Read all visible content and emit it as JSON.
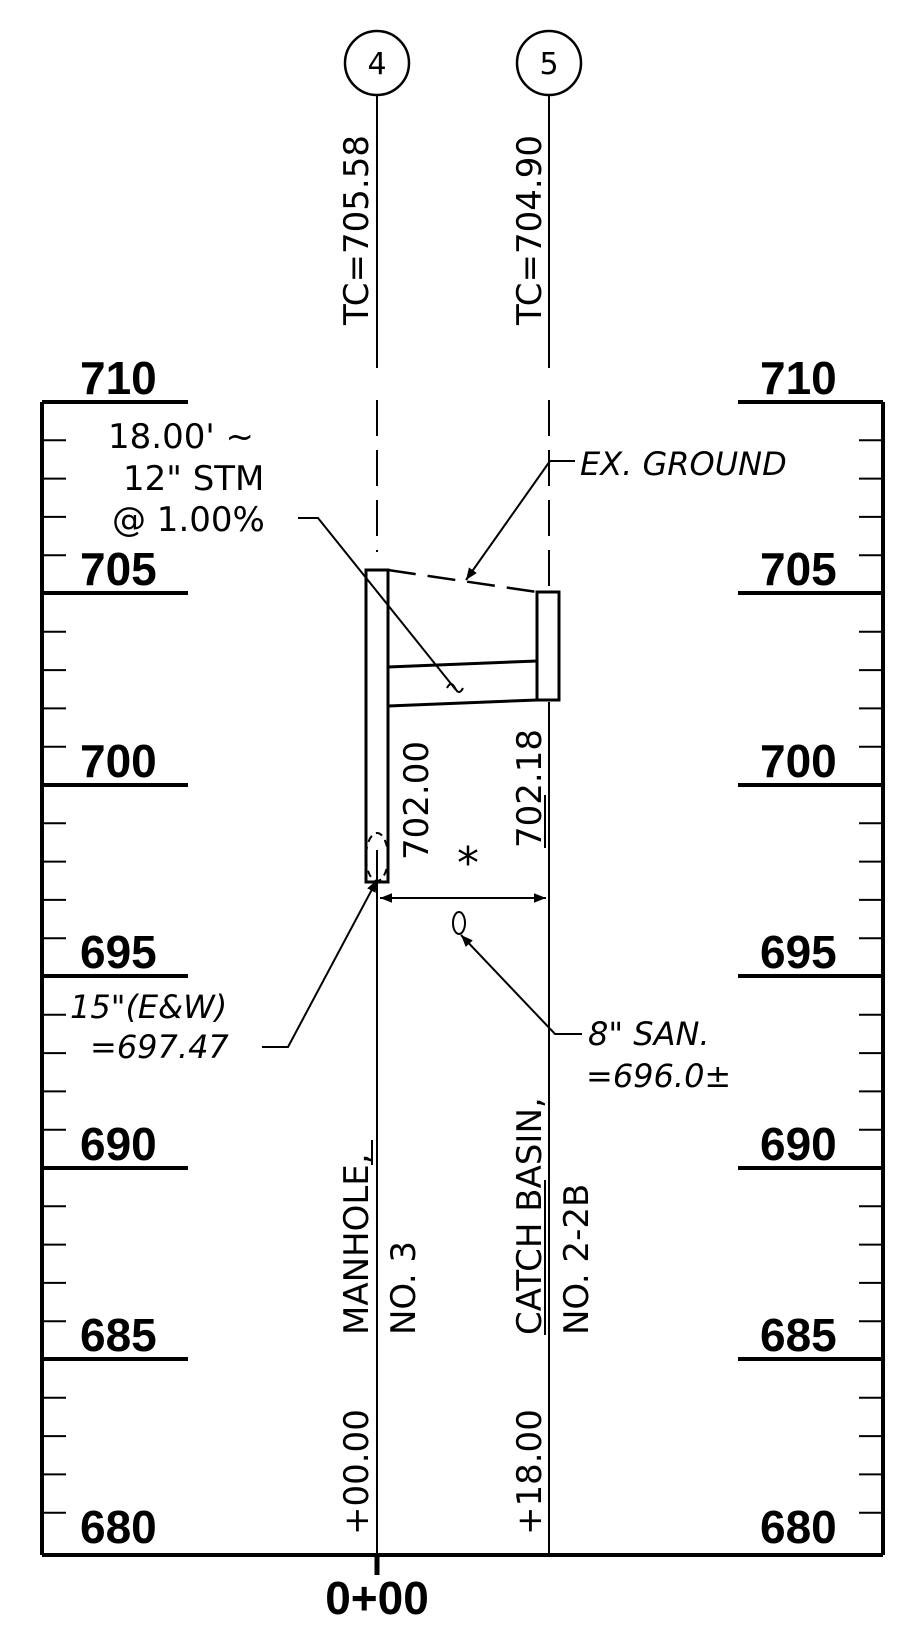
{
  "elevation_labels": [
    "710",
    "705",
    "700",
    "695",
    "690",
    "685",
    "680"
  ],
  "station_label": "0+00",
  "structures": [
    {
      "number": "4",
      "top_of_casting": "TC=705.58",
      "invert": "702.00",
      "station": "+00.00",
      "name": "MANHOLE,",
      "id": "NO. 3"
    },
    {
      "number": "5",
      "top_of_casting": "TC=704.90",
      "invert": "702.18",
      "station": "+18.00",
      "name": "CATCH BASIN,",
      "id": "NO. 2-2B"
    }
  ],
  "pipe_callout": {
    "line1": "18.00' ~",
    "line2": "12\" STM",
    "line3": "@ 1.00%"
  },
  "existing_ground_label": "EX. GROUND",
  "manhole_invert_callout": {
    "line1": "15\"(E&W)",
    "line2": "=697.47"
  },
  "sanitary_callout": {
    "line1": "8\" SAN.",
    "line2": "=696.0±"
  },
  "crossing_mark": "*"
}
